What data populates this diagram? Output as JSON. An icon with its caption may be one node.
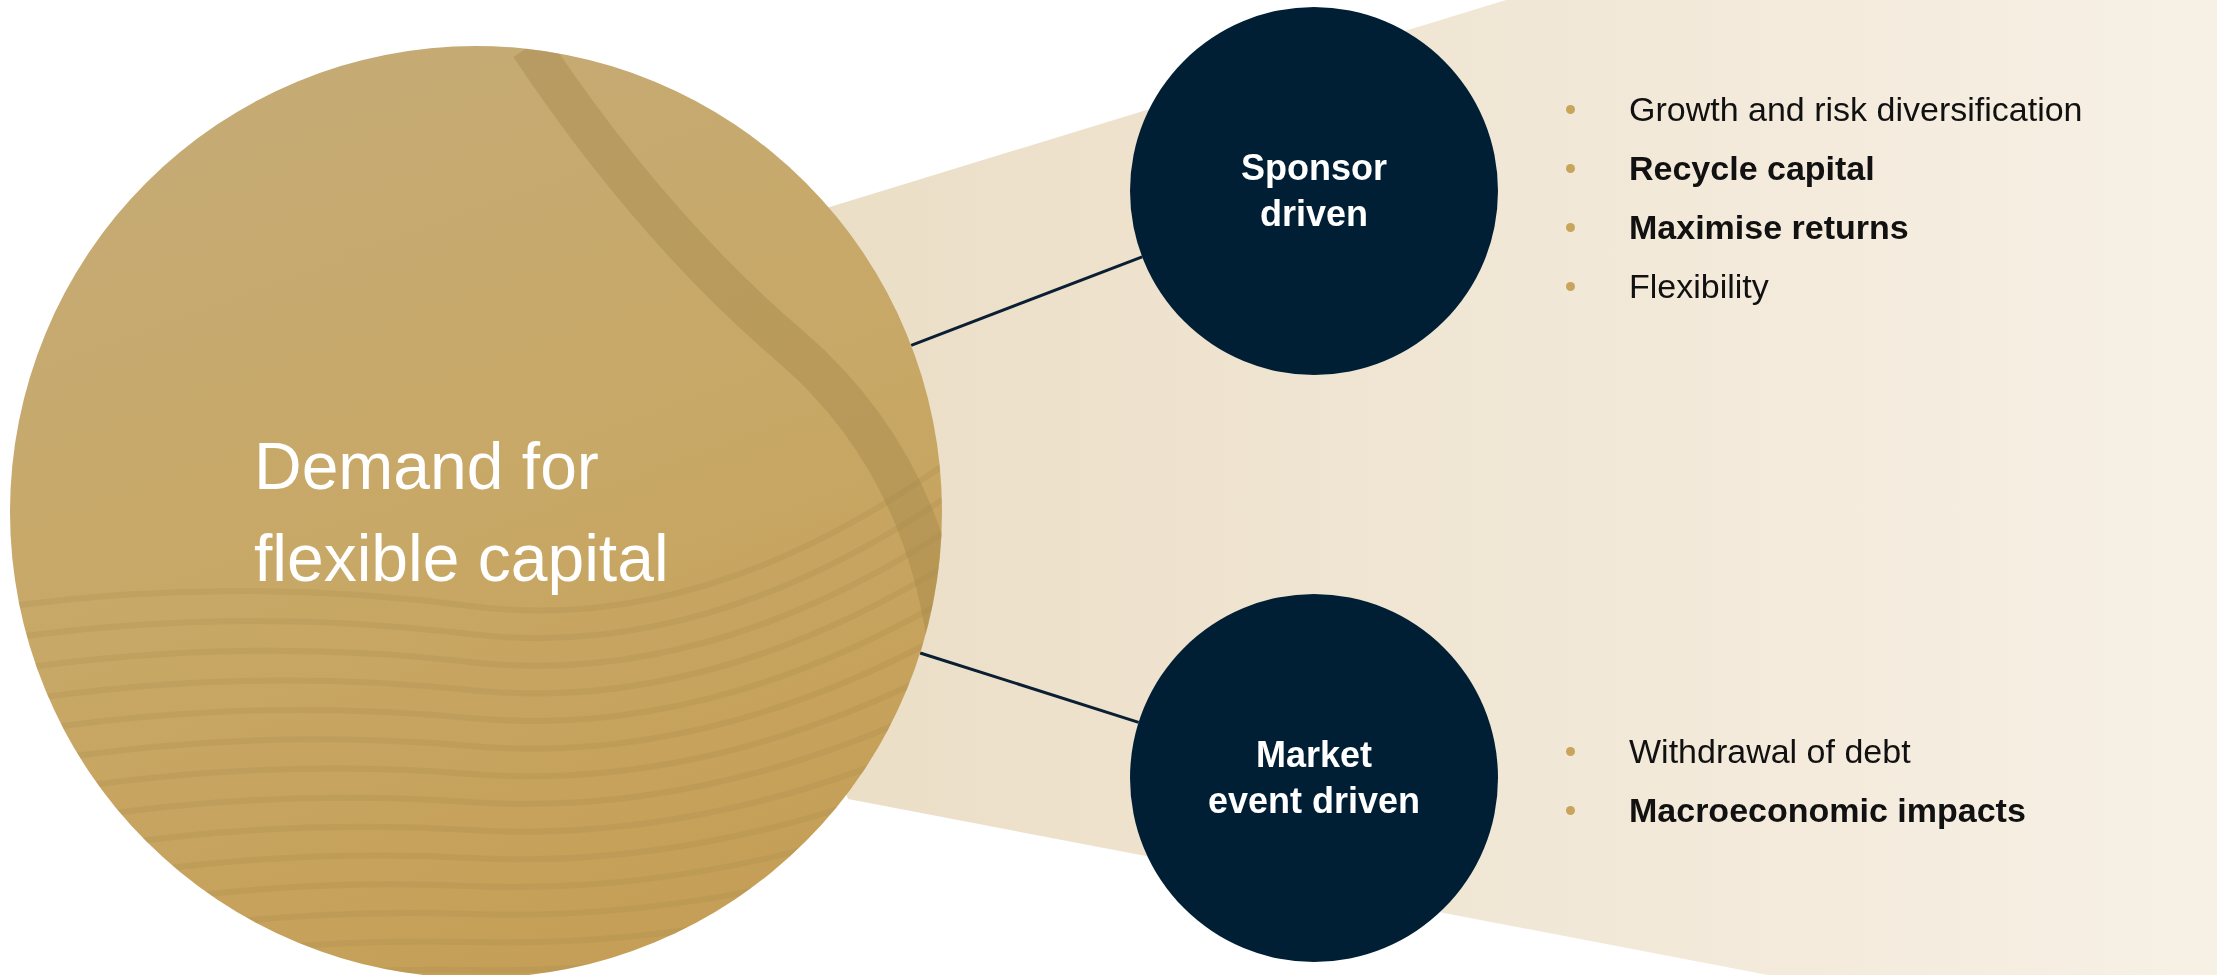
{
  "diagram": {
    "nodes": [
      {
        "text": [
          "Demand for flexible capital"
        ]
      },
      {
        "text": [
          "Sponsor driven"
        ],
        "beside": [
          "Growth and risk diversification",
          "**Recycle capital**",
          "**Maximise returns**",
          "Flexibility"
        ]
      },
      {
        "text": [
          "Market event driven"
        ],
        "beside": [
          "Withdrawal of debt",
          "**Macroeconomic impacts**"
        ]
      }
    ],
    "edges": [
      {
        "from": 0,
        "to": 1,
        "arrow": "none"
      },
      {
        "from": 0,
        "to": 2,
        "arrow": "none"
      }
    ]
  }
}
